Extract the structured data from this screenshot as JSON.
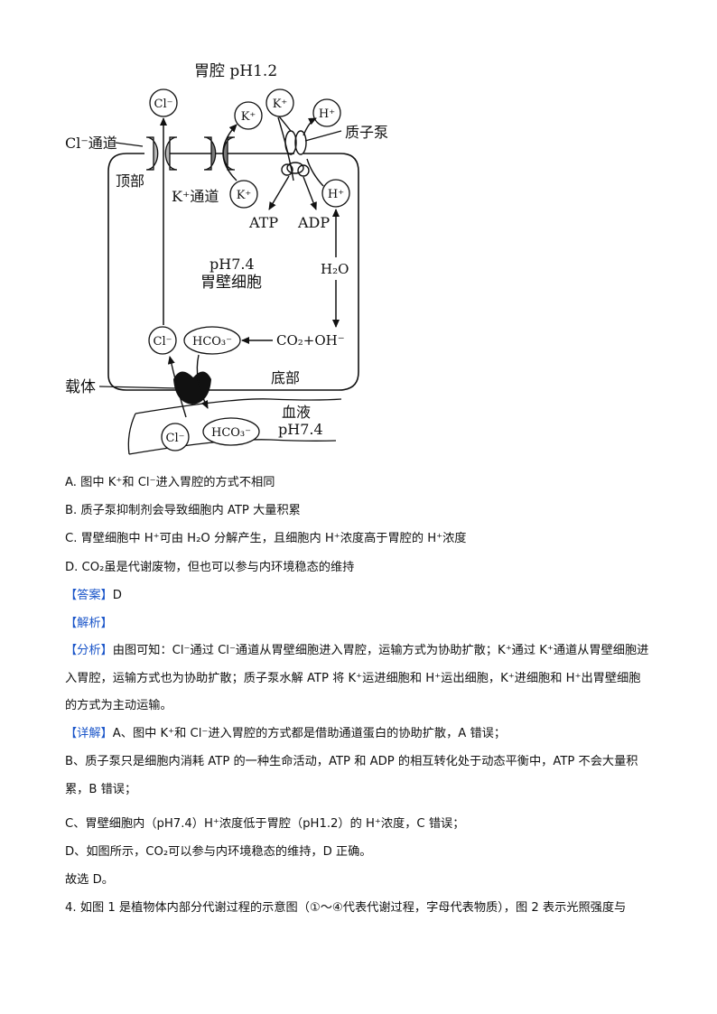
{
  "diagram": {
    "top_label": "胃腔 pH1.2",
    "cl_channel_label": "Cl⁻通道",
    "apical_label": "顶部",
    "k_channel_label": "K⁺通道",
    "pump_label": "质子泵",
    "atp": "ATP",
    "adp": "ADP",
    "cell_ph": "pH7.4",
    "cell_name": "胃壁细胞",
    "h2o": "H₂O",
    "co2_oh": "CO₂+OH⁻",
    "basal_label": "底部",
    "carrier_label": "载体",
    "blood_label": "血液",
    "blood_ph": "pH7.4",
    "ions": {
      "cl": "Cl⁻",
      "k": "K⁺",
      "h": "H⁺",
      "hco3": "HCO₃⁻"
    }
  },
  "options": {
    "a": "A.  图中 K⁺和 Cl⁻进入胃腔的方式不相同",
    "b": "B.  质子泵抑制剂会导致细胞内 ATP 大量积累",
    "c": "C.  胃壁细胞中 H⁺可由 H₂O 分解产生，且细胞内 H⁺浓度高于胃腔的 H⁺浓度",
    "d": "D. CO₂虽是代谢废物，但也可以参与内环境稳态的维持"
  },
  "answer": {
    "tag": "【答案】",
    "value": "D"
  },
  "analysis_tag": "【解析】",
  "fenxi": {
    "tag": "【分析】",
    "text": "由图可知：Cl⁻通过 Cl⁻通道从胃壁细胞进入胃腔，运输方式为协助扩散；K⁺通过 K⁺通道从胃壁细胞进入胃腔，运输方式也为协助扩散；质子泵水解 ATP 将 K⁺运进细胞和 H⁺运出细胞，K⁺进细胞和 H⁺出胃壁细胞的方式为主动运输。"
  },
  "xiangjie": {
    "tag": "【详解】",
    "a": "A、图中 K⁺和 Cl⁻进入胃腔的方式都是借助通道蛋白的协助扩散，A 错误；",
    "b": "B、质子泵只是细胞内消耗 ATP 的一种生命活动，ATP 和 ADP 的相互转化处于动态平衡中，ATP 不会大量积累，B 错误；",
    "c": "C、胃壁细胞内（pH7.4）H⁺浓度低于胃腔（pH1.2）的 H⁺浓度，C 错误；",
    "d": "D、如图所示，CO₂可以参与内环境稳态的维持，D 正确。",
    "conclusion": "故选 D。"
  },
  "next_question": "4.  如图 1 是植物体内部分代谢过程的示意图（①～④代表代谢过程，字母代表物质），图 2 表示光照强度与"
}
